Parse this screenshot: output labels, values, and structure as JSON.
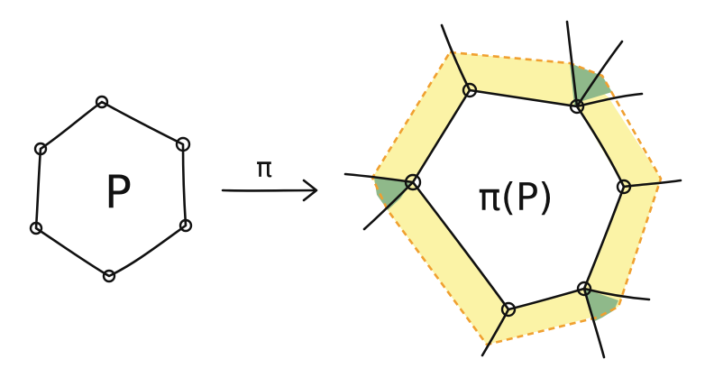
{
  "labels": {
    "left_polygon": "P",
    "map": "π",
    "right_polygon": "π(P)"
  },
  "colors": {
    "ink": "#111111",
    "band_fill": "#fbf3a6",
    "corner_fill": "#8fb98a",
    "dashed_outline": "#f0a030"
  }
}
